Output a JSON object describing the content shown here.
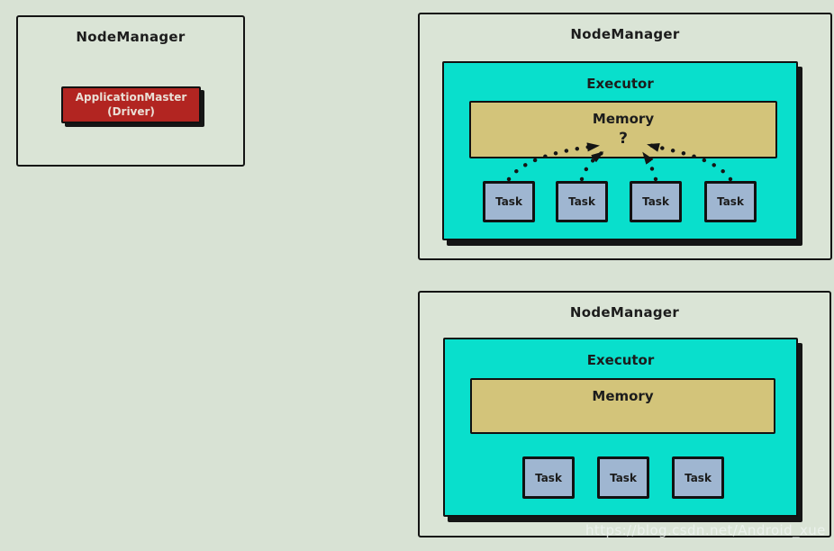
{
  "colors": {
    "page_background": "#d8e2d4",
    "executor_cyan": "#09dfcc",
    "memory_tan": "#d3c47a",
    "task_blue": "#9fb6d1",
    "application_master_red": "#b22521",
    "border_dark": "#141414",
    "watermark_gray": "#eef4f0"
  },
  "nodes": {
    "driver_node": {
      "title": "NodeManager",
      "application_master": {
        "line1": "ApplicationMaster",
        "line2": "(Driver)"
      }
    },
    "executor_node_top": {
      "title": "NodeManager",
      "executor": {
        "title": "Executor",
        "memory_label": "Memory",
        "question_mark": "?",
        "tasks": [
          "Task",
          "Task",
          "Task",
          "Task"
        ]
      }
    },
    "executor_node_bottom": {
      "title": "NodeManager",
      "executor": {
        "title": "Executor",
        "memory_label": "Memory",
        "tasks": [
          "Task",
          "Task",
          "Task"
        ]
      }
    }
  },
  "watermark": "https://blog.csdn.net/Android_xue"
}
